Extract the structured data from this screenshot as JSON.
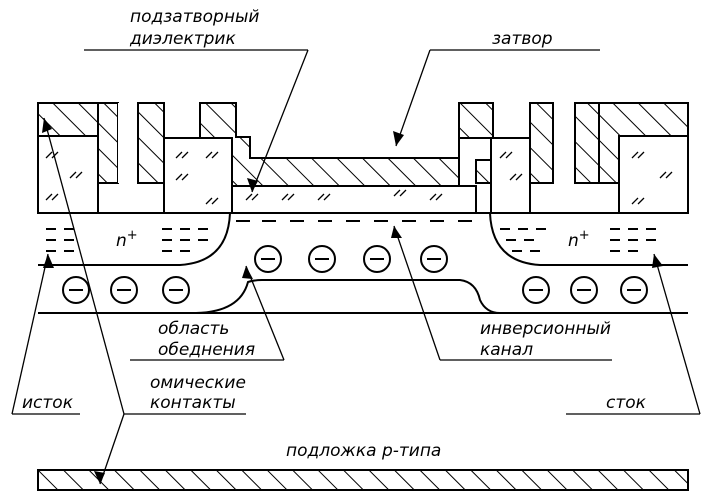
{
  "labels": {
    "gate_dielectric_line1": "подзатворный",
    "gate_dielectric_line2": "диэлектрик",
    "gate": "затвор",
    "n_plus_left": "n",
    "n_plus_left_sup": "+",
    "n_plus_right": "n",
    "n_plus_right_sup": "+",
    "depletion_line1": "область",
    "depletion_line2": "обеднения",
    "inversion_line1": "инверсионный",
    "inversion_line2": "канал",
    "source": "исток",
    "ohmic_line1": "омические",
    "ohmic_line2": "контакты",
    "drain": "сток",
    "substrate": "подложка p-типа"
  },
  "symbols": {
    "electron": "⊖"
  }
}
